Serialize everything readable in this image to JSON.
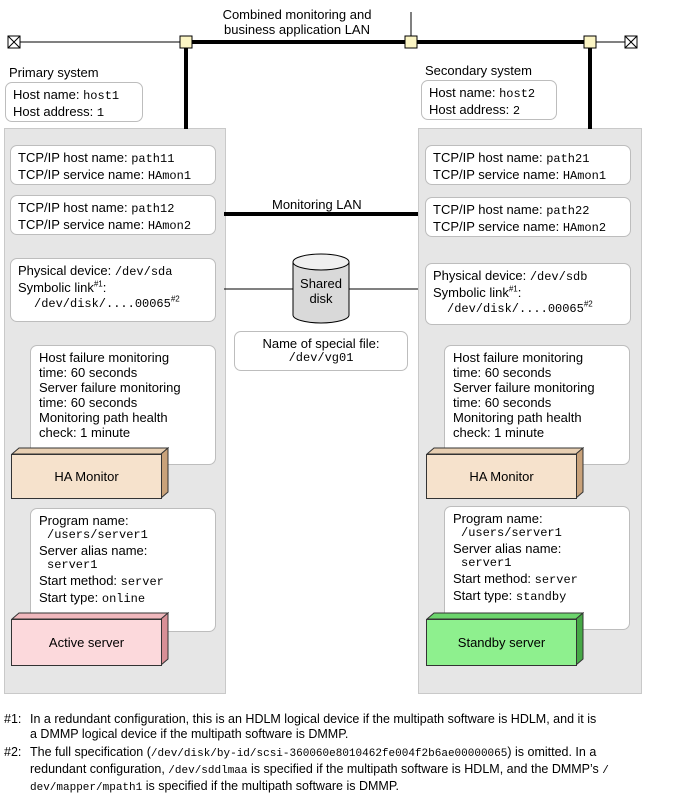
{
  "lan_top": {
    "label_line1": "Combined monitoring and",
    "label_line2": "business application LAN"
  },
  "lan_monitor": {
    "label": "Monitoring LAN"
  },
  "primary": {
    "title": "Primary system",
    "host_name_label": "Host name: ",
    "host_name": "host1",
    "host_address_label": "Host address: ",
    "host_address": "1",
    "ip1_host_label": "TCP/IP host name: ",
    "ip1_host": "path11",
    "ip1_service_label": "TCP/IP service name: ",
    "ip1_service": "HAmon1",
    "ip2_host_label": "TCP/IP host name: ",
    "ip2_host": "path12",
    "ip2_service_label": "TCP/IP service name: ",
    "ip2_service": "HAmon2",
    "physical_label": "Physical device: ",
    "physical": "/dev/sda",
    "symlink_label": "Symbolic link",
    "symlink_sup": "#1",
    "symlink_colon": ":",
    "symlink": "/dev/disk/....00065",
    "symlink_sup2": "#2",
    "monitor_lines": [
      "Host failure monitoring",
      "time: 60 seconds",
      "Server failure monitoring",
      "time: 60 seconds",
      "Monitoring path health",
      "check: 1 minute"
    ],
    "ha_monitor": "HA Monitor",
    "program_label": "Program name:",
    "program": "/users/server1",
    "alias_label": "Server alias name:",
    "alias": "server1",
    "start_method_label": "Start method: ",
    "start_method": "server",
    "start_type_label": "Start type: ",
    "start_type": "online",
    "server": "Active server"
  },
  "secondary": {
    "title": "Secondary system",
    "host_name_label": "Host name: ",
    "host_name": "host2",
    "host_address_label": "Host address: ",
    "host_address": "2",
    "ip1_host_label": "TCP/IP host name: ",
    "ip1_host": "path21",
    "ip1_service_label": "TCP/IP service name: ",
    "ip1_service": "HAmon1",
    "ip2_host_label": "TCP/IP host name: ",
    "ip2_host": "path22",
    "ip2_service_label": "TCP/IP service name: ",
    "ip2_service": "HAmon2",
    "physical_label": "Physical device: ",
    "physical": "/dev/sdb",
    "symlink_label": "Symbolic link",
    "symlink_sup": "#1",
    "symlink_colon": ":",
    "symlink": "/dev/disk/....00065",
    "symlink_sup2": "#2",
    "monitor_lines": [
      "Host failure monitoring",
      "time: 60 seconds",
      "Server failure monitoring",
      "time: 60 seconds",
      "Monitoring path health",
      "check: 1 minute"
    ],
    "ha_monitor": "HA Monitor",
    "program_label": "Program name:",
    "program": "/users/server1",
    "alias_label": "Server alias name:",
    "alias": "server1",
    "start_method_label": "Start method: ",
    "start_method": "server",
    "start_type_label": "Start type: ",
    "start_type": "standby",
    "server": "Standby server"
  },
  "shared_disk": {
    "line1": "Shared",
    "line2": "disk",
    "special_label": "Name of special file:",
    "special": "/dev/vg01"
  },
  "notes": {
    "n1_tag": "#1:",
    "n1_line1": "In a redundant configuration, this is an HDLM logical device if the multipath software is HDLM, and it is",
    "n1_line2": "a DMMP logical device if the multipath software is DMMP.",
    "n2_tag": "#2:",
    "n2_a": "The full specification (",
    "n2_code1": "/dev/disk/by-id/scsi-360060e8010462fe004f2b6ae00000065",
    "n2_b": ") is omitted. In a",
    "n2_c": "redundant configuration, ",
    "n2_code2": "/dev/sddlmaa",
    "n2_d": " is specified if the multipath software is HDLM, and the DMMP’s ",
    "n2_code3a": "/",
    "n2_code3b": "dev/mapper/mpath1",
    "n2_e": " is specified if the multipath software is DMMP."
  },
  "colors": {
    "ha_monitor": "#f6e2cc",
    "active_server": "#fcd9dc",
    "standby_server": "#8ef08e",
    "node": "#fbf5c4",
    "panel": "#e6e6e6"
  }
}
